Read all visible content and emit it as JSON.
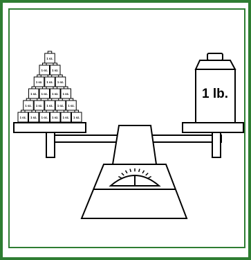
{
  "colors": {
    "frame_green": "#2e7d32",
    "ink": "#000000",
    "paper": "#ffffff"
  },
  "small_weight_label": "1 oz.",
  "small_weight_rows": [
    1,
    2,
    3,
    4,
    5,
    6
  ],
  "small_weight_count": 21,
  "big_weight_label": "1 lb.",
  "icons": [
    "balance-scale-icon",
    "weight-stack-icon",
    "weight-icon",
    "scale-dial-icon"
  ]
}
